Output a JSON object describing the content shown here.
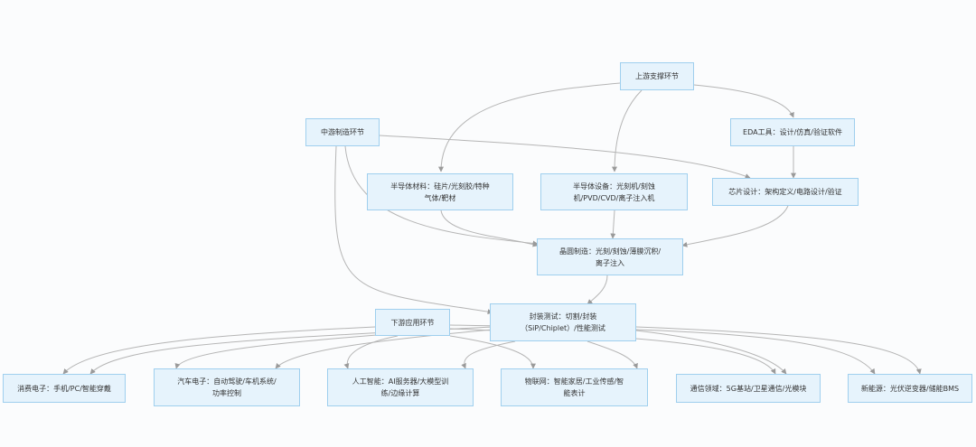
{
  "nodes": {
    "upstream": "上游支撑环节",
    "midstream": "中游制造环节",
    "eda": "EDA工具：设计/仿真/验证软件",
    "materials": "半导体材料：硅片/光刻胶/特种气体/靶材",
    "equipment": "半导体设备：光刻机/刻蚀机/PVD/CVD/离子注入机",
    "chip_design": "芯片设计：架构定义/电路设计/验证",
    "wafer": "晶圆制造：光刻/刻蚀/薄膜沉积/离子注入",
    "downstream": "下游应用环节",
    "packaging": "封装测试：切割/封装（SiP/Chiplet）/性能测试",
    "consumer": "消费电子：手机/PC/智能穿戴",
    "auto": "汽车电子：自动驾驶/车机系统/功率控制",
    "ai": "人工智能：AI服务器/大模型训练/边缘计算",
    "iot": "物联网：智能家居/工业传感/智能表计",
    "telecom": "通信领域：5G基站/卫星通信/光模块",
    "energy": "新能源：光伏逆变器/储能BMS"
  },
  "colors": {
    "node_fill": "#e6f3fc",
    "node_border": "#9fcfee",
    "edge": "#b5b5b5",
    "text": "#333333"
  }
}
